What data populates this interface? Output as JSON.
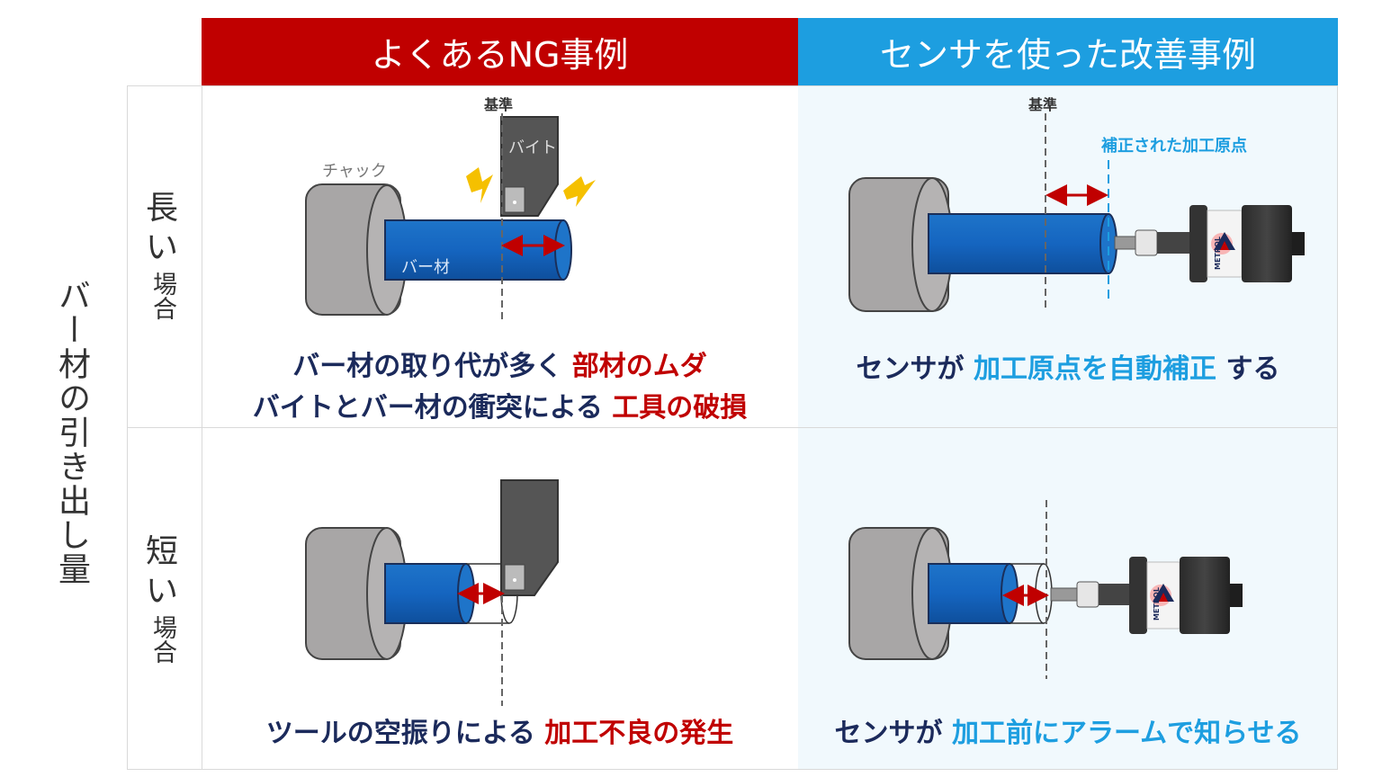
{
  "header": {
    "ng_title": "よくあるNG事例",
    "ok_title": "センサを使った改善事例"
  },
  "side_title": "バー材の引き出し量",
  "rows": {
    "long": {
      "label_big_1": "長",
      "label_big_2": "い",
      "label_small": "場合"
    },
    "short": {
      "label_big_1": "短",
      "label_big_2": "い",
      "label_small": "場合"
    }
  },
  "labels": {
    "reference": "基準",
    "bite": "バイト",
    "chuck": "チャック",
    "bar": "バー材",
    "corrected_origin": "補正された加工原点",
    "brand": "METROL"
  },
  "captions": {
    "long_ng_1_text": "バー材の取り代が多く",
    "long_ng_1_hl": "部材のムダ",
    "long_ng_2_text": "バイトとバー材の衝突による",
    "long_ng_2_hl": "工具の破損",
    "long_ok_pre": "センサが",
    "long_ok_hl": "加工原点を自動補正",
    "long_ok_post": "する",
    "short_ng_text": "ツールの空振りによる",
    "short_ng_hl": "加工不良の発生",
    "short_ok_pre": "センサが",
    "short_ok_hl": "加工前にアラームで知らせる"
  },
  "colors": {
    "ng_red": "#c00000",
    "ok_blue": "#1d9ee0",
    "navy": "#1b2a5b",
    "bar_blue": "#1565c0",
    "chuck_gray": "#a8a6a6",
    "bite_gray": "#555555",
    "spark_yellow": "#f5c000"
  }
}
